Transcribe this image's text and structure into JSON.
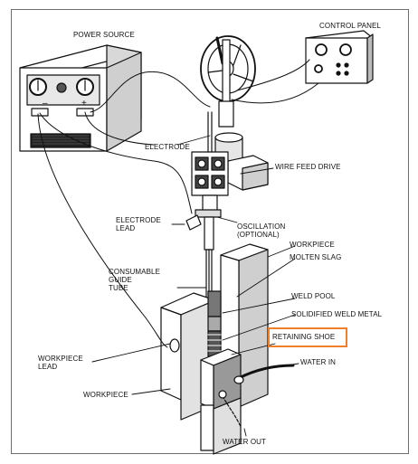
{
  "labels": {
    "power_source": "POWER SOURCE",
    "control_panel": "CONTROL PANEL",
    "electrode": "ELECTRODE",
    "wire_feed_drive": "WIRE FEED DRIVE",
    "electrode_lead": "ELECTRODE\nLEAD",
    "oscillation": "OSCILLATION\n(OPTIONAL)",
    "workpiece_top": "WORKPIECE",
    "molten_slag": "MOLTEN SLAG",
    "consumable_guide_tube": "CONSUMABLE\nGUIDE\nTUBE",
    "weld_pool": "WELD POOL",
    "solidified_weld_metal": "SOLIDIFIED WELD METAL",
    "retaining_shoe": "RETAINING SHOE",
    "workpiece_lead": "WORKPIECE\nLEAD",
    "water_in": "WATER IN",
    "workpiece_bottom": "WORKPIECE",
    "water_out": "WATER OUT",
    "polarity_neg": "–",
    "polarity_pos": "+"
  },
  "highlight_color": "#f07f2a"
}
